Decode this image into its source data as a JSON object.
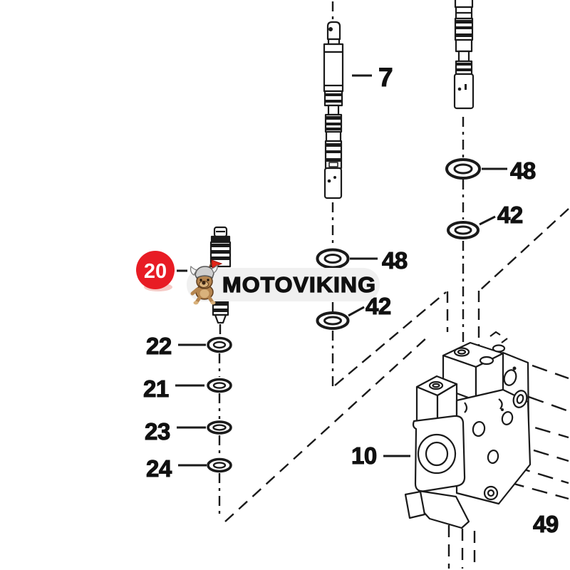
{
  "diagram_type": "exploded-parts-diagram",
  "watermark": {
    "text": "MOTOVIKING"
  },
  "badge": {
    "label": "20"
  },
  "colors": {
    "badge": "#e81c24",
    "ink": "#1a1a1a",
    "watermark_bg": "#f0f0f0"
  },
  "labels": {
    "spool7": "7",
    "seal48_mid": "48",
    "seal42_mid": "42",
    "seal48_right": "48",
    "seal42_right": "42",
    "oring22": "22",
    "oring21": "21",
    "oring23": "23",
    "oring24": "24",
    "valve_body10": "10",
    "part49": "49"
  },
  "icons": {
    "mascot": "viking-dog-mascot-icon"
  }
}
